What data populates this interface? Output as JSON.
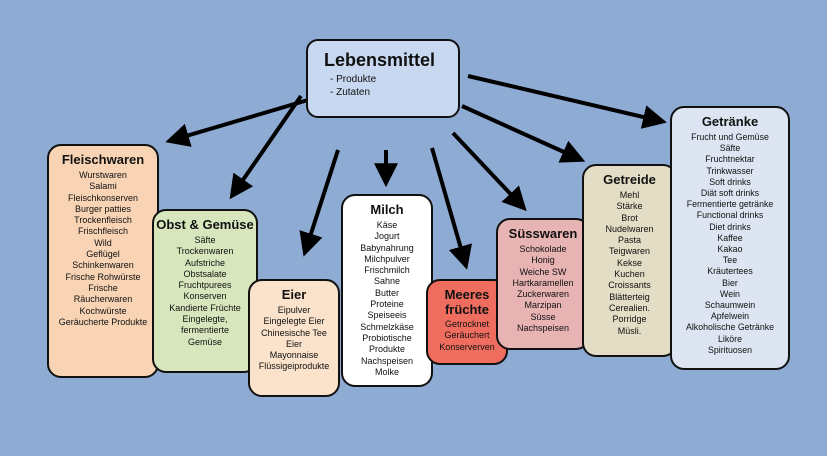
{
  "root": {
    "title": "Lebensmittel",
    "items": [
      "- Produkte",
      "- Zutaten"
    ]
  },
  "categories": {
    "fleisch": {
      "title": "Fleischwaren",
      "color": "#f8d4b4",
      "items": [
        "Wurstwaren",
        "Salami",
        "Fleischkonserven",
        "Burger patties",
        "Trockenfleisch",
        "Frischfleisch",
        "Wild",
        "Geflügel",
        "Schinkenwaren",
        "Frische Rohwürste",
        "Frische",
        "Räucherwaren",
        "Kochwürste",
        "Geräucherte Produkte"
      ]
    },
    "obst": {
      "title": "Obst & Gemüse",
      "color": "#d8e6bd",
      "items": [
        "Säfte",
        "Trockenwaren",
        "Aufstriche",
        "Obstsalate",
        "Fruchtpurees",
        "Konserven",
        "Kandierte Früchte",
        "Eingelegte,",
        "fermentierte",
        "Gemüse"
      ]
    },
    "eier": {
      "title": "Eier",
      "color": "#fbe3cb",
      "items": [
        "Eipulver",
        "Eingelegte Eier",
        "Chinesische Tee",
        "Eier",
        "Mayonnaise",
        "Flüssigeiprodukte"
      ]
    },
    "milch": {
      "title": "Milch",
      "color": "#ffffff",
      "items": [
        "Käse",
        "Jogurt",
        "Babynahrung",
        "Milchpulver",
        "Frischmilch",
        "Sahne",
        "Butter",
        "Proteine",
        "Speiseeis",
        "Schmelzkäse",
        "Probiotische",
        "Produkte",
        "Nachspeisen",
        "Molke"
      ]
    },
    "meer": {
      "title": "Meeres früchte",
      "color": "#ef6d5e",
      "items": [
        "Getrocknet",
        "Geräuchert",
        "Konserverven"
      ]
    },
    "suess": {
      "title": "Süsswaren",
      "color": "#e7b3b3",
      "items": [
        "Schokolade",
        "Honig",
        "Weiche SW",
        "Hartkaramellen",
        "Zuckerwaren",
        "Marzipan",
        "Süsse",
        "Nachspeisen"
      ]
    },
    "getreide": {
      "title": "Getreide",
      "color": "#e2ddc4",
      "items": [
        "Mehl",
        "Stärke",
        "Brot",
        "Nudelwaren",
        "Pasta",
        "Teigwaren",
        "Kekse",
        "Kuchen",
        "Croissants",
        "Blätterteig",
        "Cerealien.",
        "Porridge",
        "Müsli."
      ]
    },
    "getraenke": {
      "title": "Getränke",
      "color": "#dce5f1",
      "items": [
        "Frucht und Gemüse",
        "Säfte",
        "Fruchtnektar",
        "Trinkwasser",
        "Soft drinks",
        "Diät soft drinks",
        "Fermentierte getränke",
        "Functional drinks",
        "Diet drinks",
        "Kaffee",
        "Kakao",
        "Tee",
        "Kräutertees",
        "Bier",
        "Wein",
        "Schaumwein",
        "Apfelwein",
        "Alkoholische Getränke",
        "Liköre",
        "Spirituosen"
      ]
    }
  }
}
